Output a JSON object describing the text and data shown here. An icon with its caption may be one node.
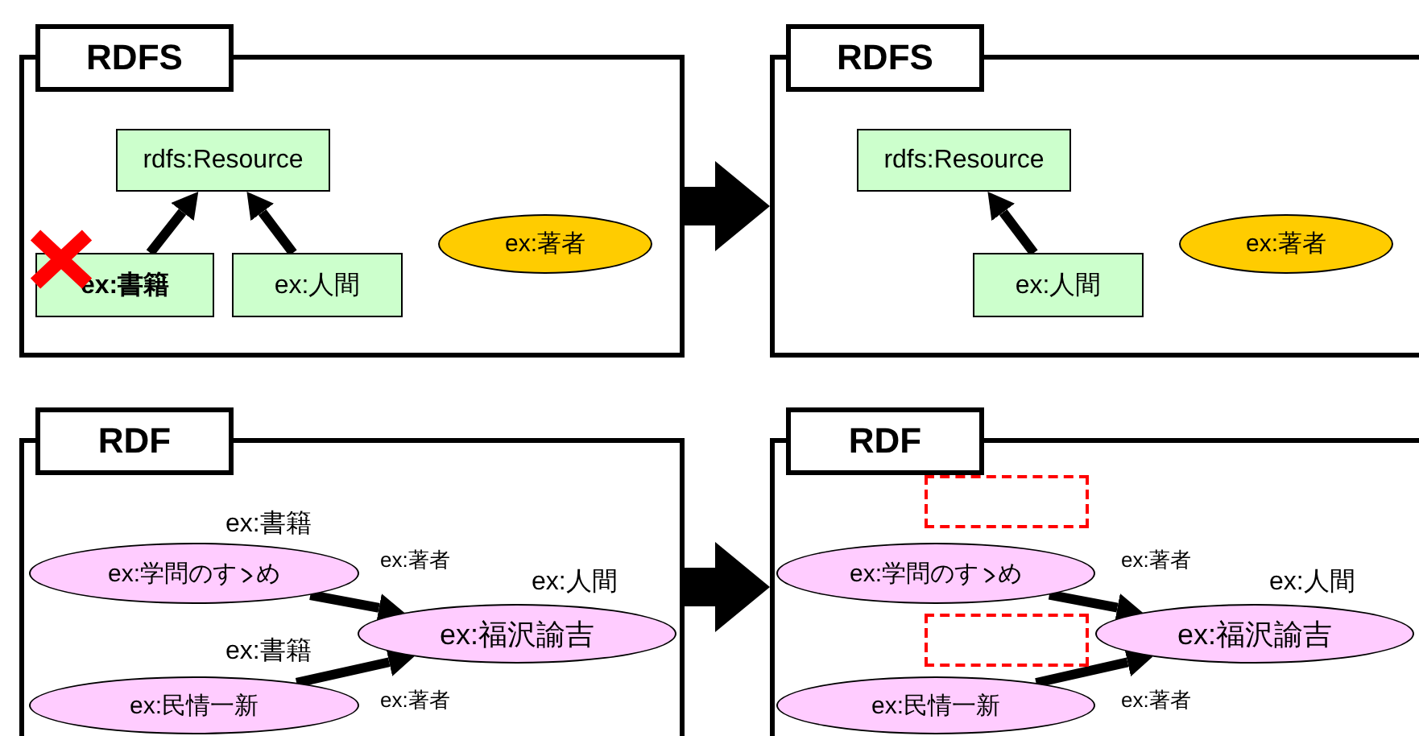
{
  "diagram": {
    "nodes": [
      {
        "text": [
          "RDFS"
        ]
      },
      {
        "text": [
          "rdfs:Resource"
        ],
        "in": 0
      },
      {
        "text": [
          "ex:書籍"
        ],
        "in": 0
      },
      {
        "text": [
          "ex:人間"
        ],
        "in": 0
      },
      {
        "text": [
          "ex:著者"
        ],
        "in": 0
      },
      {
        "text": [
          "RDFS"
        ]
      },
      {
        "text": [
          "rdfs:Resource"
        ],
        "in": 5
      },
      {
        "text": [
          "ex:人間"
        ],
        "in": 5
      },
      {
        "text": [
          "ex:著者"
        ],
        "in": 5
      },
      {
        "text": [
          "RDF"
        ]
      },
      {
        "text": [
          "ex:学問のすゝめ"
        ],
        "in": 9,
        "beside": [
          "ex:書籍"
        ]
      },
      {
        "text": [
          "ex:福沢諭吉"
        ],
        "in": 9,
        "beside": [
          "ex:人間"
        ]
      },
      {
        "text": [
          "ex:民情一新"
        ],
        "in": 9,
        "beside": [
          "ex:書籍"
        ]
      },
      {
        "text": [
          "RDF"
        ]
      },
      {
        "text": [],
        "shape": "box",
        "in": 13
      },
      {
        "text": [
          "ex:学問のすゝめ"
        ],
        "in": 13
      },
      {
        "text": [],
        "shape": "box",
        "in": 13
      },
      {
        "text": [
          "ex:福沢諭吉"
        ],
        "in": 13,
        "beside": [
          "ex:人間"
        ]
      },
      {
        "text": [
          "ex:民情一新"
        ],
        "in": 13
      }
    ],
    "edges": [
      {
        "from": 2,
        "to": 1,
        "arrow": "to"
      },
      {
        "from": 3,
        "to": 1,
        "arrow": "to"
      },
      {
        "from": 0,
        "to": 5,
        "arrow": "to",
        "style": "thick"
      },
      {
        "from": 7,
        "to": 6,
        "arrow": "to"
      },
      {
        "from": 10,
        "to": 11,
        "arrow": "to",
        "label": "ex:著者"
      },
      {
        "from": 12,
        "to": 11,
        "arrow": "to",
        "label": "ex:著者"
      },
      {
        "from": 9,
        "to": 13,
        "arrow": "to",
        "style": "thick"
      },
      {
        "from": 15,
        "to": 17,
        "arrow": "to",
        "label": "ex:著者"
      },
      {
        "from": 18,
        "to": 17,
        "arrow": "to",
        "label": "ex:著者"
      }
    ]
  }
}
